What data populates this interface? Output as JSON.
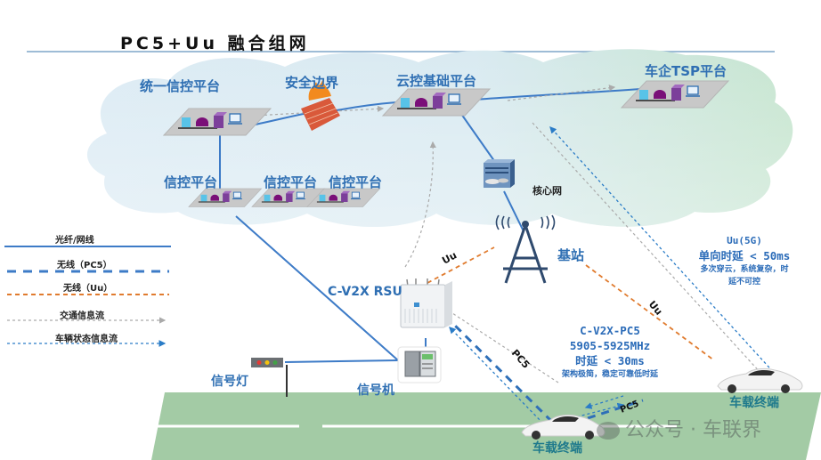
{
  "title": "PC5+Uu 融合组网",
  "nodes": {
    "unified_platform": "统一信控平台",
    "security_boundary": "安全边界",
    "cloud_platform": "云控基础平台",
    "oem_tsp": "车企TSP平台",
    "signal_platforms": [
      "信控平台",
      "信控平台",
      "信控平台"
    ],
    "core_network": "核心网",
    "base_station": "基站",
    "rsu": "C-V2X RSU",
    "signal_light": "信号灯",
    "signal_controller": "信号机",
    "vehicle_left": "车载终端",
    "vehicle_right": "车载终端"
  },
  "link_labels": {
    "uu_rsu": "Uu",
    "uu_vehicle": "Uu",
    "pc5_rsu": "PC5",
    "pc5_v2v": "PC5"
  },
  "legend": [
    {
      "label": "光纤/网线",
      "style": "solid",
      "color": "#3d7bc7"
    },
    {
      "label": "无线（PC5）",
      "style": "dashed-long",
      "color": "#3d7bc7"
    },
    {
      "label": "无线（Uu）",
      "style": "dashed",
      "color": "#e07b2e"
    },
    {
      "label": "交通信息流",
      "style": "dotted-arrow",
      "color": "#aaaaaa"
    },
    {
      "label": "车辆状态信息流",
      "style": "dotted-arrow",
      "color": "#2a7cc7"
    }
  ],
  "notes": {
    "uu": {
      "line1": "Uu(5G)",
      "line2": "单向时延 < 50ms",
      "line3": "多次穿云，系统复杂，时",
      "line4": "延不可控"
    },
    "pc5": {
      "line1": "C-V2X-PC5",
      "line2": "5905-5925MHz",
      "line3": "时延 < 30ms",
      "line4": "架构极简，稳定可靠低时延"
    }
  },
  "watermark": "公众号 · 车联界",
  "colors": {
    "cloud_blue": "#dbeaf3",
    "cloud_green": "#cde8d6",
    "road": "#a3cba5",
    "fiber": "#3d7bc7",
    "uu": "#e07b2e",
    "label_blue": "#2f6fb3",
    "label_teal": "#1f7a8c"
  }
}
